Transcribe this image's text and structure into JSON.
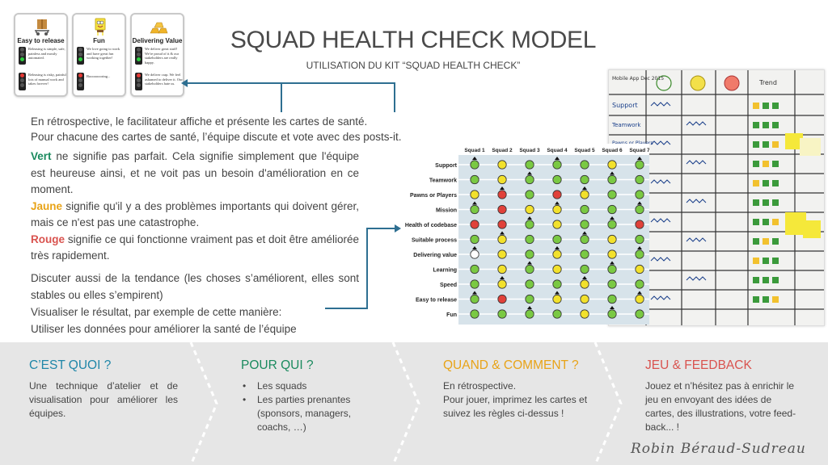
{
  "header": {
    "title": "SQUAD HEALTH CHECK MODEL",
    "subtitle": "UTILISATION DU KIT “SQUAD HEALTH CHECK”"
  },
  "cards": [
    {
      "title": "Easy to release",
      "icon": "box-cart-icon",
      "good": "Releasing is simple, safe, painless and mostly automated.",
      "bad": "Releasing is risky, painful, lots of manual work and takes forever!"
    },
    {
      "title": "Fun",
      "icon": "sponge-character-icon",
      "good": "We love going to work and have great fun working together!",
      "bad": "Boooooooring..."
    },
    {
      "title": "Delivering Value",
      "icon": "gold-bars-icon",
      "good": "We deliver great stuff! We're proud of it & our stakeholders are really happy.",
      "bad": "We deliver crap. We feel ashamed to deliver it. Our stakeholders hate us."
    }
  ],
  "intro": {
    "line1": "En rétrospective, le facilitateur affiche et présente les cartes de santé.",
    "line2": "Pour chacune des cartes de santé, l’équipe discute et vote avec des posts-it."
  },
  "colors": {
    "green_label": "Vert",
    "green_text": " ne signifie pas parfait. Cela signifie simplement que l'équipe est heureuse ainsi, et ne voit pas un besoin d'amélioration en ce moment.",
    "yellow_label": "Jaune",
    "yellow_text": " signifie qu'il y a des problèmes importants qui doivent gérer, mais ce n'est pas une catastrophe.",
    "red_label": "Rouge",
    "red_text": " signifie ce qui fonctionne vraiment pas et doit être améliorée très rapidement."
  },
  "trend": {
    "line1": "Discuter aussi de la tendance (les choses s’améliorent, elles sont stables ou elles s’empirent)",
    "line2": "Visualiser le résultat, par exemple de cette manière:",
    "line3": "Utiliser les données pour améliorer la santé de l’équipe"
  },
  "board": {
    "header": [
      "Mobile App Dec 2015",
      "Trend"
    ],
    "rows": [
      "Support",
      "Teamwork",
      "Pawns or Players"
    ]
  },
  "grid": {
    "columns": [
      "Squad 1",
      "Squad 2",
      "Squad 3",
      "Squad 4",
      "Squad 5",
      "Squad 6",
      "Squad 7"
    ],
    "rows": [
      "Support",
      "Teamwork",
      "Pawns or Players",
      "Mission",
      "Health of codebase",
      "Suitable process",
      "Delivering value",
      "Learning",
      "Speed",
      "Easy to release",
      "Fun"
    ],
    "values": [
      [
        "g",
        "y",
        "g",
        "g",
        "g",
        "y",
        "g"
      ],
      [
        "g",
        "y",
        "g",
        "g",
        "g",
        "g",
        "g"
      ],
      [
        "y",
        "r",
        "g",
        "r",
        "y",
        "g",
        "g"
      ],
      [
        "g",
        "r",
        "y",
        "y",
        "g",
        "g",
        "g"
      ],
      [
        "r",
        "r",
        "g",
        "y",
        "g",
        "g",
        "r"
      ],
      [
        "g",
        "y",
        "g",
        "g",
        "g",
        "y",
        "g"
      ],
      [
        "w",
        "y",
        "g",
        "y",
        "g",
        "y",
        "g"
      ],
      [
        "g",
        "y",
        "g",
        "y",
        "g",
        "g",
        "y"
      ],
      [
        "g",
        "y",
        "g",
        "g",
        "y",
        "g",
        "g"
      ],
      [
        "g",
        "r",
        "g",
        "y",
        "y",
        "g",
        "y"
      ],
      [
        "g",
        "g",
        "g",
        "g",
        "y",
        "g",
        "g"
      ]
    ],
    "colors": {
      "g": "#7ac943",
      "y": "#f2e12c",
      "r": "#e0413a",
      "w": "#ffffff"
    }
  },
  "bottom": {
    "col1": {
      "title": "C’EST QUOI ?",
      "text": "Une technique d’atelier et de visualisation pour améliorer les équipes."
    },
    "col2": {
      "title": "POUR QUI ?",
      "items": [
        "Les squads",
        "Les parties prenantes (sponsors, managers, coachs, …)"
      ]
    },
    "col3": {
      "title": "QUAND & COMMENT ?",
      "line1": "En rétrospective.",
      "line2": "Pour jouer, imprimez les cartes et suivez les règles ci-dessus !"
    },
    "col4": {
      "title": "JEU & FEEDBACK",
      "text": "Jouez et n’hésitez pas à enrichir le jeu en envoyant des idées de cartes, des illustrations, votre feed-back... !"
    }
  },
  "signature": "Robin Béraud-Sudreau",
  "theme": {
    "accent_blue": "#1f86a8",
    "green": "#1a8a5e",
    "yellow": "#e8a317",
    "red": "#d9534f",
    "connector": "#2e6f91"
  }
}
